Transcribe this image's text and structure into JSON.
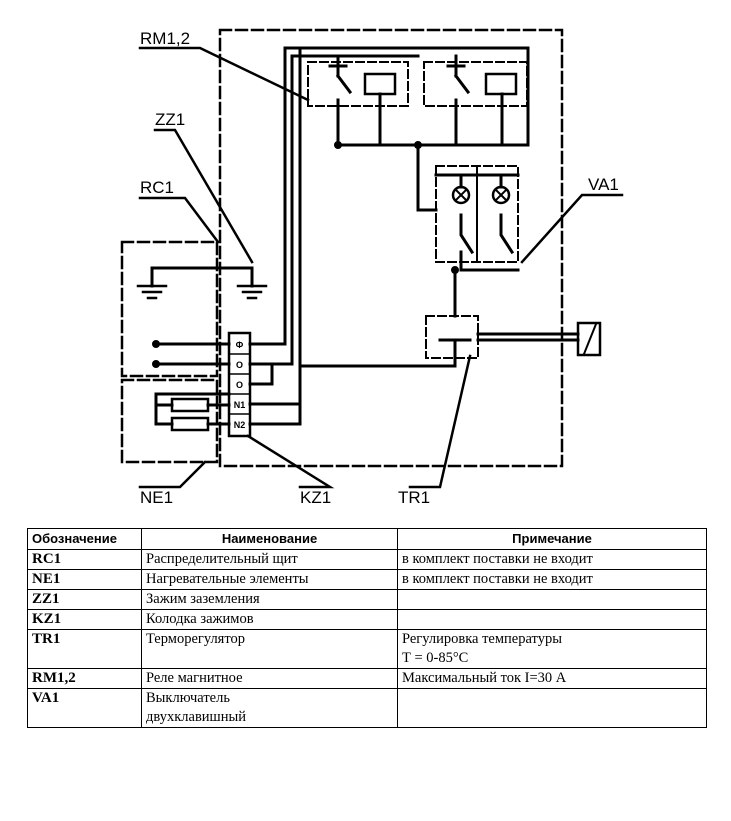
{
  "diagram": {
    "callouts": {
      "rm": "RM1,2",
      "zz": "ZZ1",
      "rc": "RC1",
      "va": "VA1",
      "ne": "NE1",
      "kz": "KZ1",
      "tr": "TR1"
    },
    "terminals": [
      "Ф",
      "О",
      "О",
      "N1",
      "N2"
    ]
  },
  "table": {
    "headers": [
      "Обозначение",
      "Наименование",
      "Примечание"
    ],
    "rows": [
      {
        "code": "RC1",
        "name": "Распределительный щит",
        "note": "в комплект поставки  не входит"
      },
      {
        "code": "NE1",
        "name": "Нагревательные элементы",
        "note": "в комплект поставки  не входит"
      },
      {
        "code": "ZZ1",
        "name": "Зажим заземления",
        "note": ""
      },
      {
        "code": "KZ1",
        "name": "Колодка зажимов",
        "note": ""
      },
      {
        "code": "TR1",
        "name": "Терморегулятор",
        "note": "Регулировка температуры\nТ = 0-85°С"
      },
      {
        "code": "RM1,2",
        "name": "Реле магнитное",
        "note": "Максимальный ток I=30 А"
      },
      {
        "code": "VA1",
        "name": "Выключатель\nдвухклавишный",
        "note": ""
      }
    ]
  }
}
